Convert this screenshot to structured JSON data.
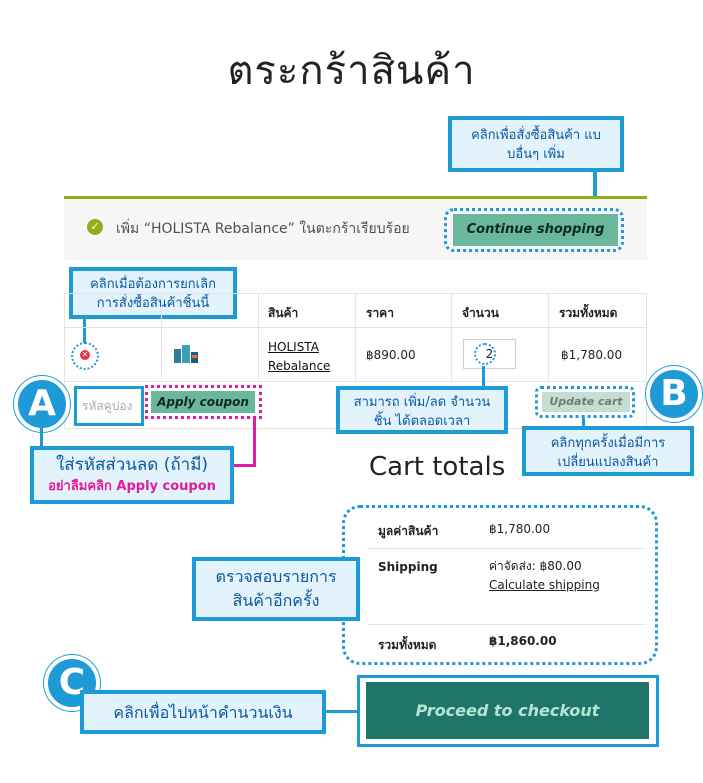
{
  "page": {
    "title": "ตระกร้าสินค้า"
  },
  "notice": {
    "message": "เพิ่ม “HOLISTA Rebalance” ในตะกร้าเรียบร้อย",
    "continue_label": "Continue shopping",
    "accent_color": "#8fae1b"
  },
  "table": {
    "headers": [
      "สินค้า",
      "ราคา",
      "จำนวน",
      "รวมทั้งหมด"
    ],
    "row": {
      "product_name": "HOLISTA Rebalance",
      "price": "฿890.00",
      "quantity": "2",
      "subtotal": "฿1,780.00"
    },
    "coupon_placeholder": "รหัสคูปอง",
    "apply_label": "Apply coupon",
    "update_label": "Update cart"
  },
  "callouts": {
    "continue_hint": "คลิกเพื่อสั่งซื้อสินค้า แบบอื่นๆ เพิ่ม",
    "remove_hint": "คลิกเมื่อต้องการยกเลิก การสั่งซื้อสินค้าชิ้นนี้",
    "qty_hint": "สามารถ เพิ่ม/ลด จำนวนชิ้น ได้ตลอดเวลา",
    "update_hint": "คลิกทุกครั้งเมื่อมีการ เปลี่ยนแปลงสินค้า",
    "coupon_title": "ใส่รหัสส่วนลด (ถ้ามี)",
    "coupon_sub": "อย่าลืมคลิก Apply coupon",
    "totals_hint": "ตรวจสอบรายการ สินค้าอีกครั้ง",
    "checkout_hint": "คลิกเพื่อไปหน้าคำนวนเงิน"
  },
  "badges": {
    "a": "A",
    "b": "B",
    "c": "C"
  },
  "totals": {
    "title": "Cart totals",
    "subtotal_label": "มูลค่าสินค้า",
    "subtotal_value": "฿1,780.00",
    "shipping_label": "Shipping",
    "shipping_value": "ค่าจัดส่ง: ฿80.00",
    "calc_shipping": "Calculate shipping",
    "total_label": "รวมทั้งหมด",
    "total_value": "฿1,860.00"
  },
  "checkout": {
    "label": "Proceed to checkout"
  },
  "colors": {
    "callout_blue": "#1e9ad6",
    "button_green": "#6bb79b",
    "checkout_teal": "#1f7668",
    "remove_red": "#e8324a",
    "highlight_pink": "#e01d9f"
  }
}
